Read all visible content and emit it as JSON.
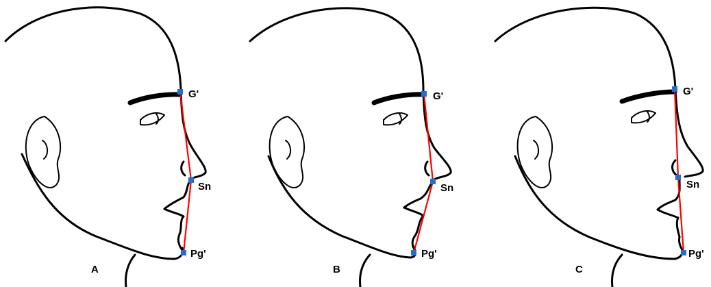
{
  "panels": [
    {
      "label": "A",
      "landmarks": {
        "glabella": "G'",
        "subnasale": "Sn",
        "pogonion": "Pg'"
      },
      "line_color": "#ff0000"
    },
    {
      "label": "B",
      "landmarks": {
        "glabella": "G'",
        "subnasale": "Sn",
        "pogonion": "Pg'"
      },
      "line_color": "#ff0000"
    },
    {
      "label": "C",
      "landmarks": {
        "glabella": "G'",
        "subnasale": "Sn",
        "pogonion": "Pg'"
      },
      "line_color": "#ff0000"
    }
  ],
  "colors": {
    "landmark_marker": "#1f6fd6",
    "angle_line": "#ff0000",
    "outline": "#000000"
  }
}
